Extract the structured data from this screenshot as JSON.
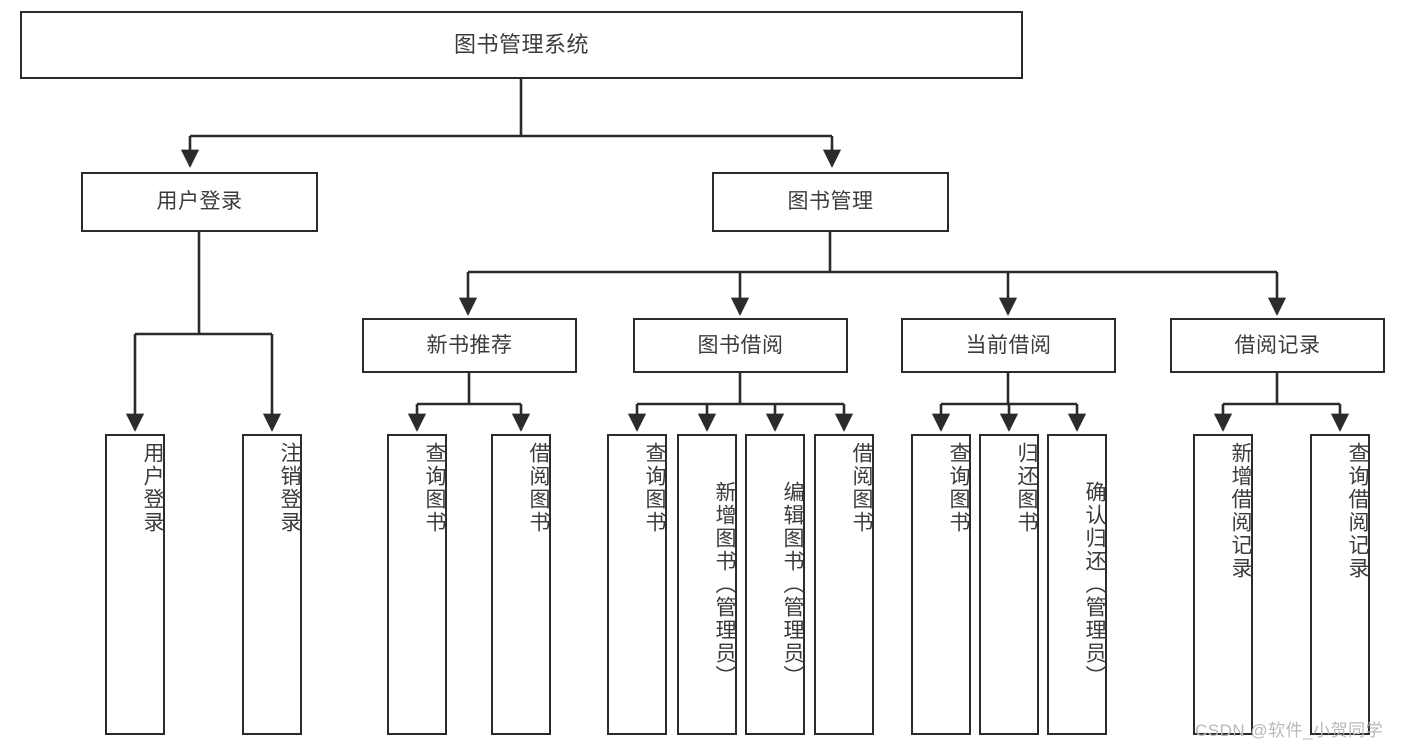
{
  "diagram": {
    "title": "图书管理系统",
    "type": "hierarchy-tree",
    "watermark": "CSDN @软件_小贺同学",
    "colors": {
      "background": "#ffffff",
      "node_border": "#2b2b2b",
      "node_fill": "#ffffff",
      "text": "#3c3c3c",
      "connector": "#2b2b2b",
      "watermark": "#b9b9b9"
    },
    "root": {
      "id": "root",
      "label": "图书管理系统"
    },
    "level2": [
      {
        "id": "user-login",
        "label": "用户登录"
      },
      {
        "id": "book-management",
        "label": "图书管理"
      }
    ],
    "level3": [
      {
        "id": "new-book-recommend",
        "label": "新书推荐"
      },
      {
        "id": "book-borrow",
        "label": "图书借阅"
      },
      {
        "id": "current-borrow",
        "label": "当前借阅"
      },
      {
        "id": "borrow-record",
        "label": "借阅记录"
      }
    ],
    "leaves": {
      "user_login": [
        {
          "id": "leaf-user-login",
          "label": "用户登录"
        },
        {
          "id": "leaf-logout",
          "label": "注销登录"
        }
      ],
      "new_book_recommend": [
        {
          "id": "leaf-query-book-1",
          "label": "查询图书"
        },
        {
          "id": "leaf-borrow-book-1",
          "label": "借阅图书"
        }
      ],
      "book_borrow": [
        {
          "id": "leaf-query-book-2",
          "label": "查询图书"
        },
        {
          "id": "leaf-add-book",
          "label": "新增图书（管理员）"
        },
        {
          "id": "leaf-edit-book",
          "label": "编辑图书（管理员）"
        },
        {
          "id": "leaf-borrow-book-2",
          "label": "借阅图书"
        }
      ],
      "current_borrow": [
        {
          "id": "leaf-query-book-3",
          "label": "查询图书"
        },
        {
          "id": "leaf-return-book",
          "label": "归还图书"
        },
        {
          "id": "leaf-confirm-return",
          "label": "确认归还（管理员）"
        }
      ],
      "borrow_record": [
        {
          "id": "leaf-add-record",
          "label": "新增借阅记录"
        },
        {
          "id": "leaf-query-record",
          "label": "查询借阅记录"
        }
      ]
    }
  }
}
